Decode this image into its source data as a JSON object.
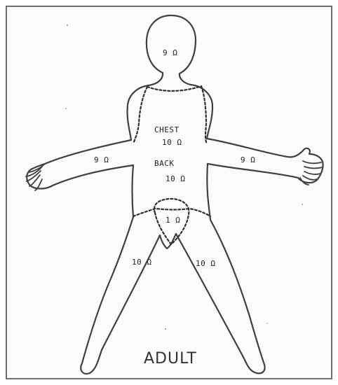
{
  "title": "ADULT",
  "regions": {
    "head": "9 Ω",
    "chest_label": "CHEST",
    "chest_value": "10 Ω",
    "back_label": "BACK",
    "back_value": "10 Ω",
    "left_arm": "9 Ω",
    "right_arm": "9 Ω",
    "groin": "1 Ω",
    "left_leg": "10 Ω",
    "right_leg": "10 Ω"
  },
  "colors": {
    "outline": "#404040",
    "boundary_dashes": "#303030",
    "text": "#222222"
  }
}
